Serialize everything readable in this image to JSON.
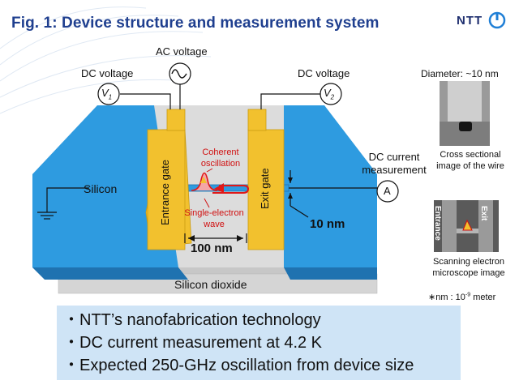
{
  "header": {
    "title": "Fig. 1: Device structure and measurement system",
    "brand": "NTT"
  },
  "labels": {
    "ac_voltage": "AC voltage",
    "dc_voltage_left": "DC voltage",
    "dc_voltage_right": "DC voltage",
    "v1": "V",
    "v1_sub": "1",
    "v2": "V",
    "v2_sub": "2",
    "silicon": "Silicon",
    "entrance_gate": "Entrance gate",
    "exit_gate": "Exit gate",
    "coherent_oscillation": "Coherent oscillation",
    "single_electron_wave": "Single-electron wave",
    "gap": "100 nm",
    "width": "10 nm",
    "silicon_dioxide": "Silicon dioxide",
    "dc_current_measurement": "DC current measurement",
    "ammeter": "A"
  },
  "insets": {
    "diameter": "Diameter: ~10 nm",
    "cross_section": "Cross sectional image of the wire",
    "sem_entrance": "Entrance",
    "sem_exit": "Exit",
    "sem_caption": "Scanning electron microscope image",
    "unit_note_prefix": "∗nm : 10",
    "unit_note_exp": "-9",
    "unit_note_suffix": " meter"
  },
  "bullets": [
    "・NTT’s nanofabrication technology",
    "・DC current measurement at 4.2 K",
    "・Expected 250-GHz oscillation from device size"
  ],
  "colors": {
    "title": "#1f3f8f",
    "silicon": "#2e9be0",
    "silicon_dark": "#1f72b0",
    "oxide": "#d9d9d9",
    "gate": "#f2c12e",
    "gate_dark": "#c89a12",
    "annotation_red": "#d01010",
    "bullet_box": "#cfe4f6"
  }
}
